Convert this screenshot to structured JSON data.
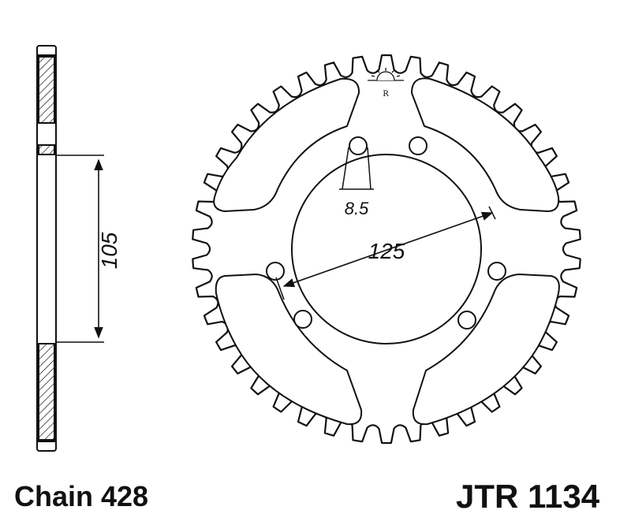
{
  "diagram": {
    "dimensions": {
      "hub_width": "105",
      "bolt_circle": "125",
      "bolt_hole": "8.5"
    },
    "logo_text": "R"
  },
  "captions": {
    "chain": "Chain 428",
    "part_number": "JTR 1134"
  },
  "colors": {
    "ink": "#111111",
    "background": "#ffffff"
  },
  "icons": {
    "logo": "sun-logo-icon"
  }
}
